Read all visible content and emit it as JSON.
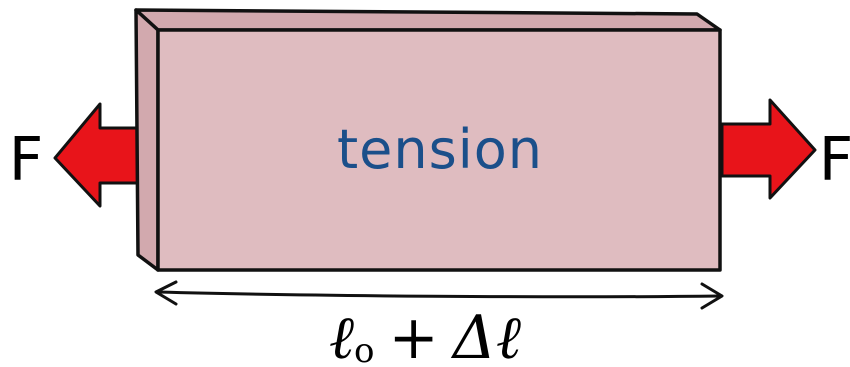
{
  "diagram": {
    "block_label": "tension",
    "left_force_label": "F",
    "right_force_label": "F",
    "length": {
      "base": "ℓ",
      "subscript": "o",
      "operator": "+",
      "delta": "Δℓ"
    },
    "colors": {
      "block_fill": "#dfbcc0",
      "block_side": "#d2a9ae",
      "arrow_fill": "#e8141a",
      "outline": "#111111",
      "label_text": "#1b4f8a"
    }
  }
}
